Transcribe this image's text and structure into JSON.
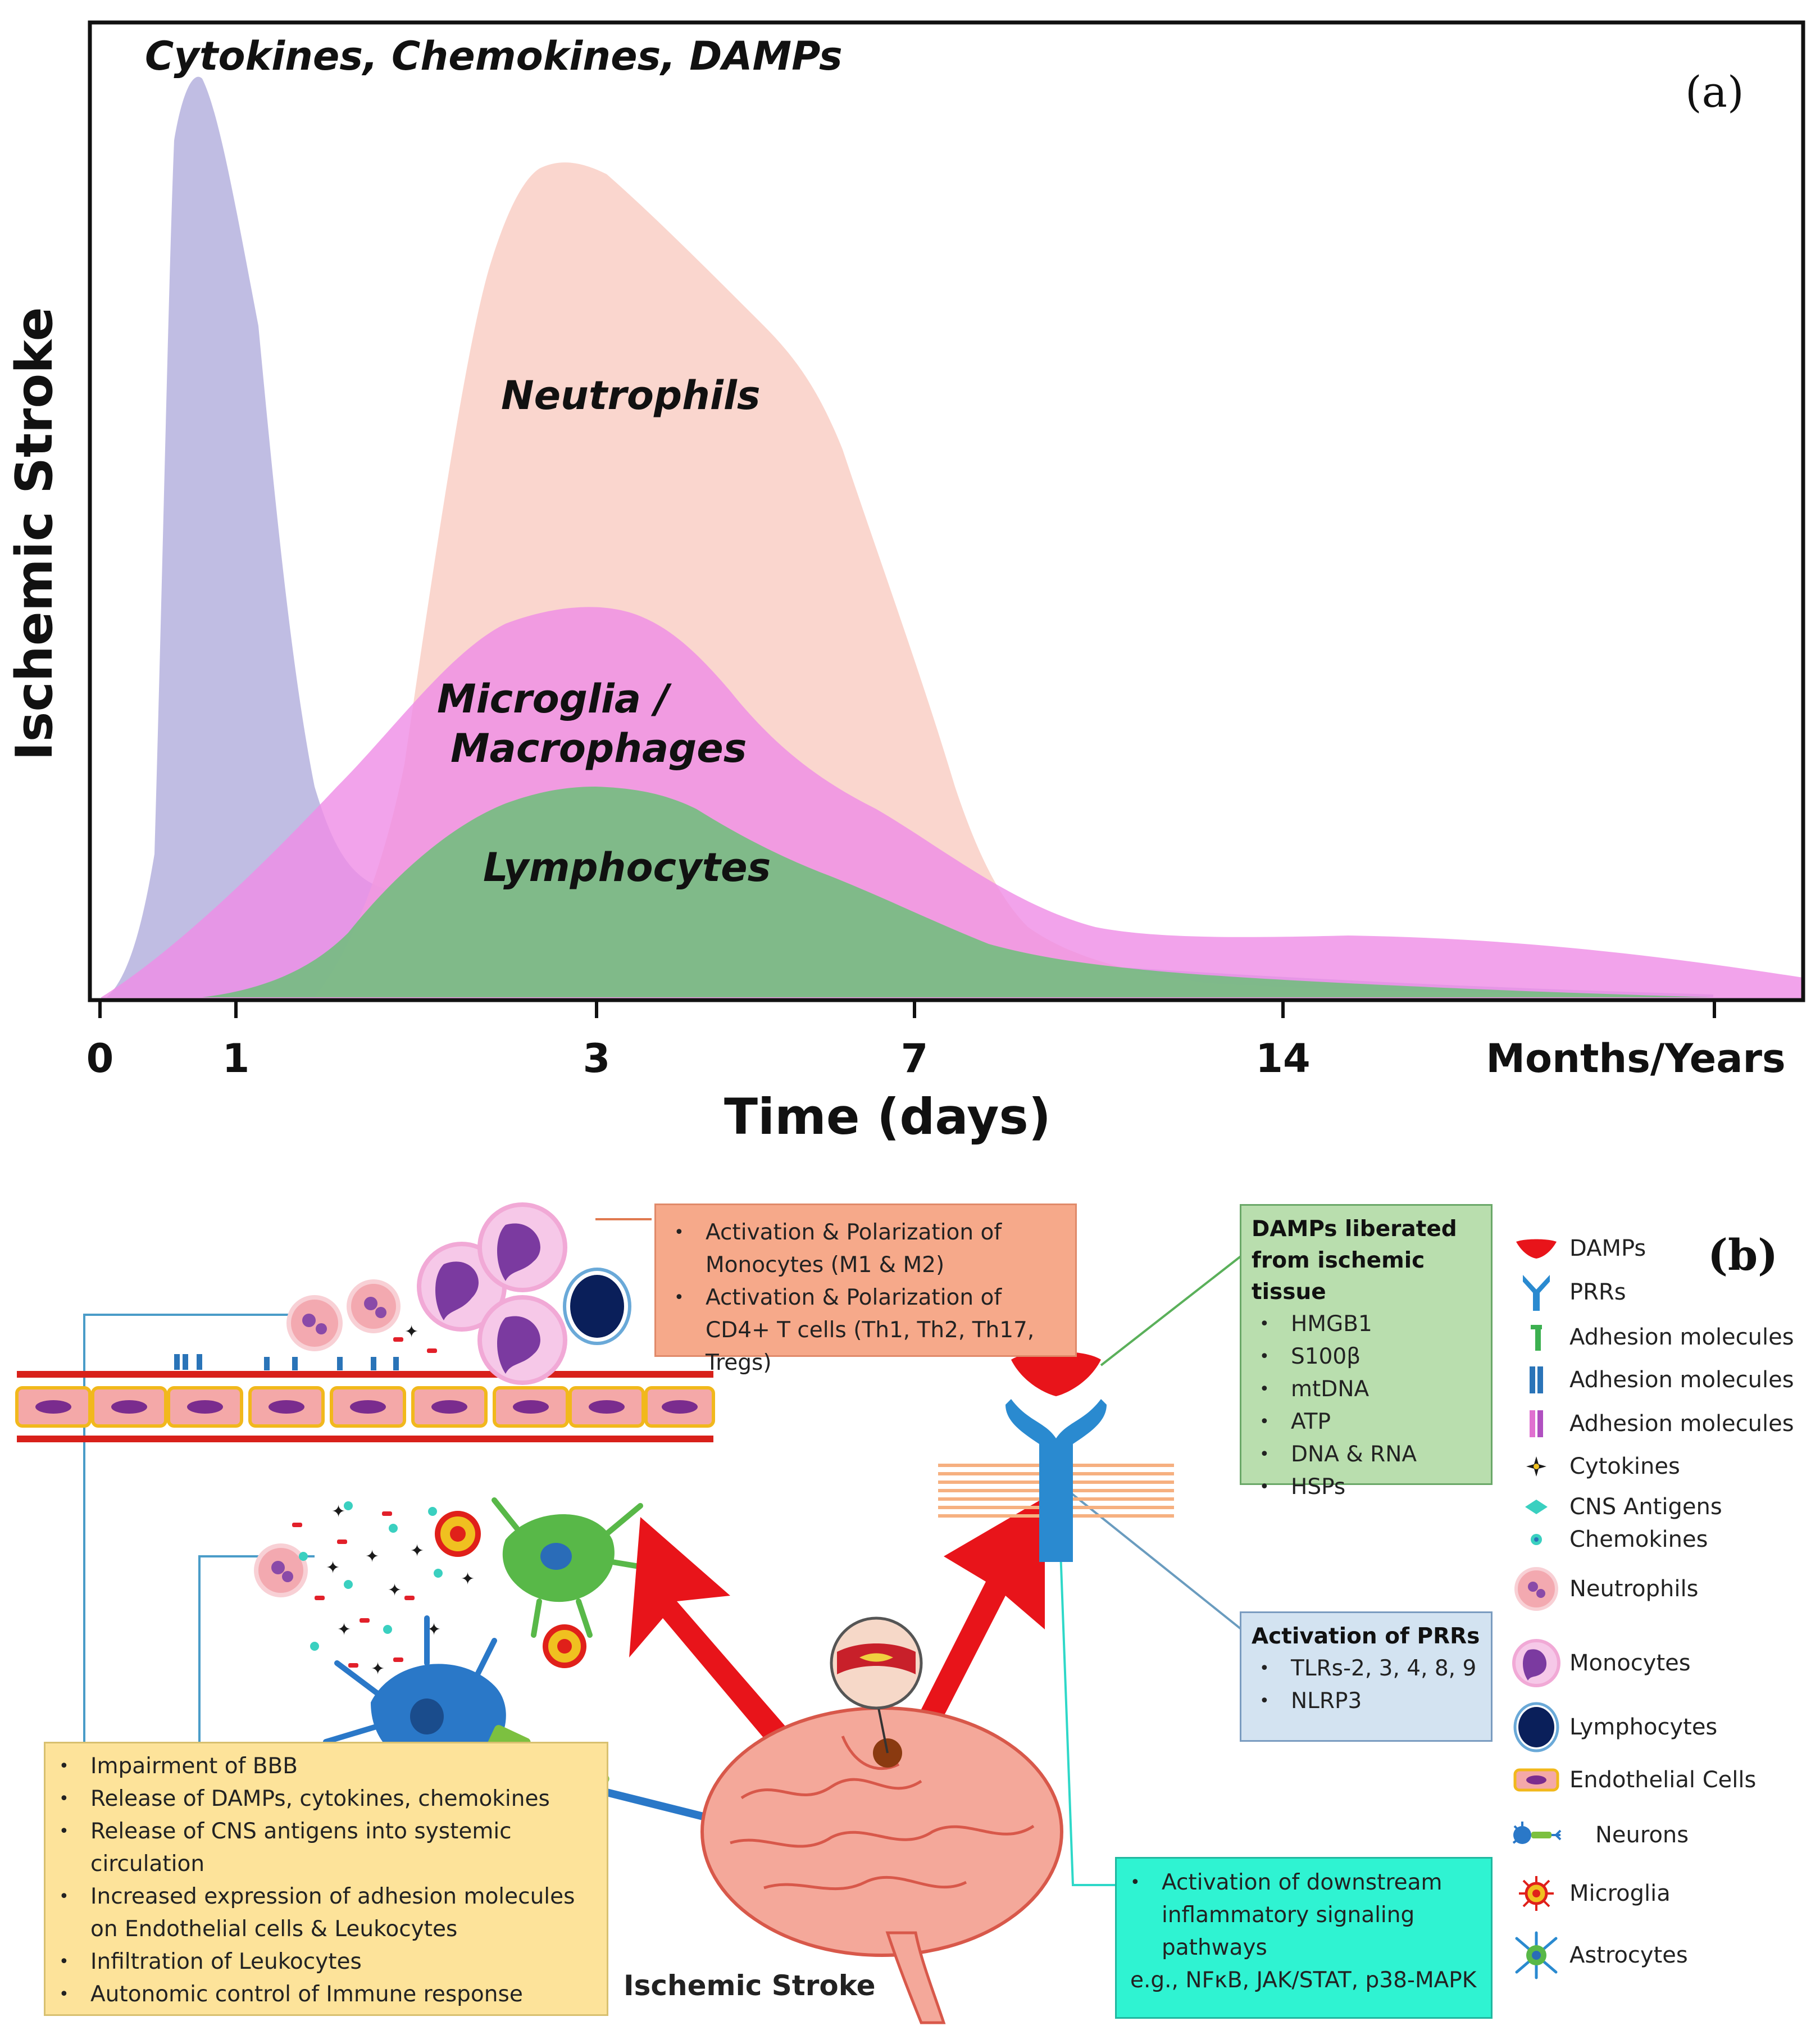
{
  "panel_a": {
    "panel_label": "(a)",
    "y_axis_label": "Ischemic Stroke",
    "x_axis_label": "Time (days)",
    "x_ticks": [
      "0",
      "1",
      "3",
      "7",
      "14",
      "Months/Years"
    ],
    "curves": [
      {
        "name": "Cytokines, Chemokines, DAMPs",
        "color": "#b5b2de"
      },
      {
        "name": "Neutrophils",
        "color": "#f9cfc5"
      },
      {
        "name": "Microglia / Macrophages",
        "name_line1": "Microglia /",
        "name_line2": "Macrophages",
        "color": "#ef8ce6"
      },
      {
        "name": "Lymphocytes",
        "color": "#6cbf79"
      }
    ]
  },
  "panel_b": {
    "panel_label": "(b)",
    "monocyte_box": {
      "items": [
        "Activation & Polarization of Monocytes (M1 & M2)",
        "Activation & Polarization of CD4+ T cells (Th1, Th2, Th17, Tregs)"
      ],
      "color": "#f6a98a"
    },
    "bbb_box": {
      "items": [
        "Impairment of BBB",
        "Release of DAMPs, cytokines, chemokines",
        "Release of CNS antigens into systemic circulation",
        "Increased expression of adhesion molecules on Endothelial cells & Leukocytes",
        "Infiltration of Leukocytes",
        "Autonomic control of Immune response"
      ],
      "color": "#fde39a"
    },
    "damps_box": {
      "title_line1": "DAMPs liberated",
      "title_line2": "from ischemic tissue",
      "items": [
        "HMGB1",
        "S100β",
        "mtDNA",
        "ATP",
        "DNA & RNA",
        "HSPs"
      ],
      "color": "#b9deae"
    },
    "prr_box": {
      "title": "Activation of PRRs",
      "items": [
        "TLRs-2, 3, 4, 8, 9",
        "NLRP3"
      ],
      "color": "#d3e3f1"
    },
    "signaling_box": {
      "items": [
        "Activation of downstream inflammatory signaling pathways"
      ],
      "extra": "e.g., NFκB, JAK/STAT, p38-MAPK",
      "color": "#2ff3d2"
    },
    "brain_label": "Ischemic Stroke",
    "legend": [
      {
        "label": "DAMPs",
        "icon": "damp-icon"
      },
      {
        "label": "PRRs",
        "icon": "prr-icon"
      },
      {
        "label": "Adhesion molecules",
        "icon": "adhesion-green-icon"
      },
      {
        "label": "Adhesion molecules",
        "icon": "adhesion-blue-icon"
      },
      {
        "label": "Adhesion molecules",
        "icon": "adhesion-pink-icon"
      },
      {
        "label": "Cytokines",
        "icon": "cytokine-icon"
      },
      {
        "label": "CNS Antigens",
        "icon": "cns-antigen-icon"
      },
      {
        "label": "Chemokines",
        "icon": "chemokine-icon"
      },
      {
        "label": "Neutrophils",
        "icon": "neutrophil-icon"
      },
      {
        "label": "Monocytes",
        "icon": "monocyte-icon"
      },
      {
        "label": "Lymphocytes",
        "icon": "lymphocyte-icon"
      },
      {
        "label": "Endothelial Cells",
        "icon": "endothelial-cell-icon"
      },
      {
        "label": "Neurons",
        "icon": "neuron-icon"
      },
      {
        "label": "Microglia",
        "icon": "microglia-icon"
      },
      {
        "label": "Astrocytes",
        "icon": "astrocyte-icon"
      }
    ]
  }
}
